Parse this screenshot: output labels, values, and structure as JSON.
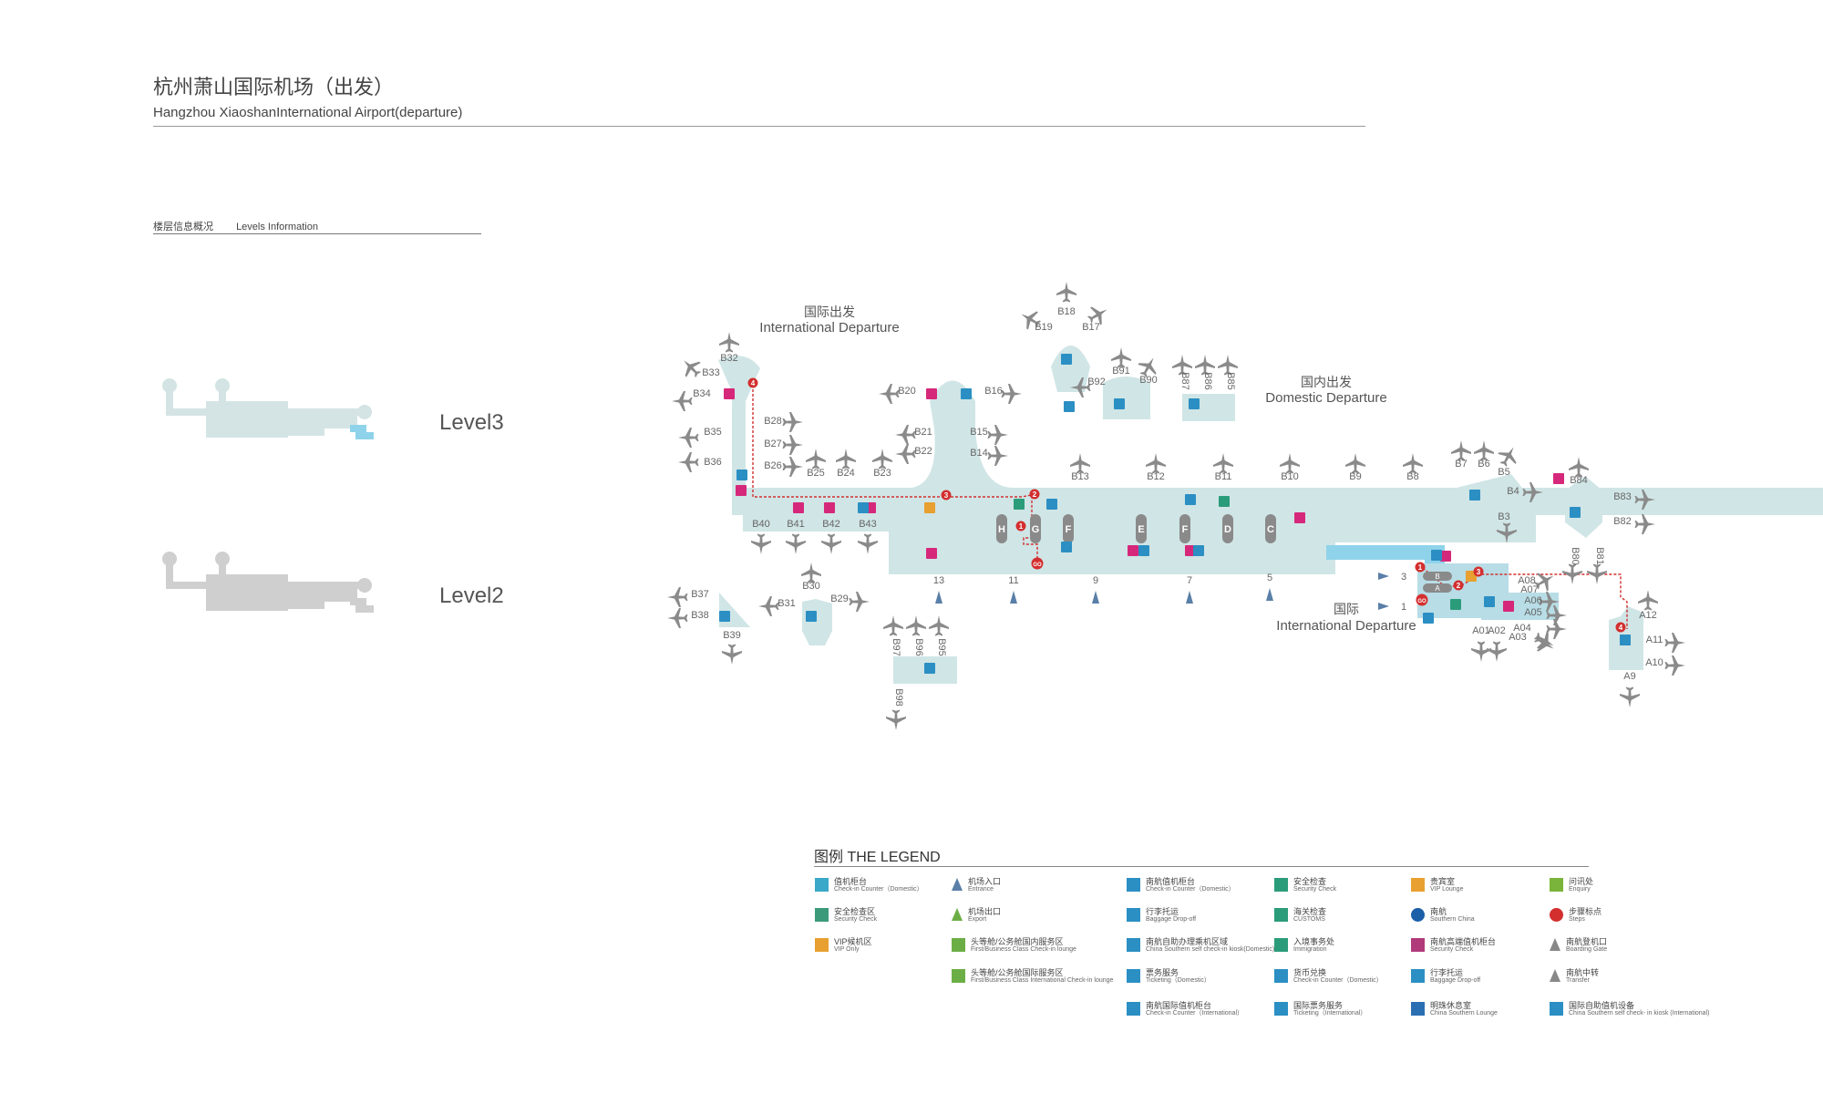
{
  "header": {
    "title_zh": "杭州萧山国际机场（出发）",
    "title_en": "Hangzhou XiaoshanInternational Airport(departure)"
  },
  "levels": {
    "header_zh": "楼层信息概况",
    "header_en": "Levels Information",
    "items": [
      {
        "label": "Level3"
      },
      {
        "label": "Level2"
      }
    ]
  },
  "map": {
    "zones": {
      "intl_departure_zh": "国际出发",
      "intl_departure_en": "International Departure",
      "dom_departure_zh": "国内出发",
      "dom_departure_en": "Domestic Departure",
      "intl2_zh": "国际",
      "intl2_en": "International Departure"
    },
    "gates": [
      "B18",
      "B19",
      "B17",
      "B91",
      "B92",
      "B90",
      "B87",
      "B86",
      "B85",
      "B32",
      "B33",
      "B34",
      "B35",
      "B36",
      "B20",
      "B16",
      "B28",
      "B27",
      "B26",
      "B21",
      "B22",
      "B15",
      "B14",
      "B25",
      "B24",
      "B23",
      "B13",
      "B12",
      "B11",
      "B10",
      "B9",
      "B8",
      "B7",
      "B6",
      "B5",
      "B4",
      "B3",
      "B84",
      "B83",
      "B82",
      "B80",
      "B81",
      "B40",
      "B41",
      "B42",
      "B43",
      "B30",
      "B29",
      "B31",
      "B37",
      "B38",
      "B39",
      "B97",
      "B96",
      "B95",
      "B98",
      "A08",
      "A07",
      "A06",
      "A05",
      "A04",
      "A03",
      "A02",
      "A01",
      "A12",
      "A11",
      "A10",
      "A9"
    ],
    "counters": [
      "H",
      "G",
      "F",
      "E",
      "F",
      "D",
      "C"
    ],
    "entrances": [
      "13",
      "11",
      "9",
      "7",
      "5"
    ],
    "intl_entrances": [
      "3",
      "1"
    ],
    "counters_ab": [
      "B",
      "A"
    ],
    "steps": [
      "1",
      "2",
      "3",
      "4"
    ],
    "go_label": "GO"
  },
  "legend": {
    "title_zh": "图例",
    "title_en": "THE LEGEND",
    "items": [
      {
        "zh": "值机柜台",
        "en": "Check-in Counter（Domestic）",
        "icon": "swatch-blue",
        "color": "#3aa8c8"
      },
      {
        "zh": "安全检查区",
        "en": "Security Check",
        "icon": "swatch-green",
        "color": "#3a9a7a"
      },
      {
        "zh": "VIP候机区",
        "en": "VIP Only",
        "icon": "swatch-orange",
        "color": "#e8a030"
      },
      {
        "zh": "机场入口",
        "en": "Entrance",
        "icon": "entrance-icon",
        "color": "#5a7fa8"
      },
      {
        "zh": "机场出口",
        "en": "Export",
        "icon": "exit-icon",
        "color": "#6cae46"
      },
      {
        "zh": "头等舱/公务舱国内服务区",
        "en": "First/Business Class Check-in lounge",
        "icon": "first-class-icon",
        "color": "#6cae46"
      },
      {
        "zh": "头等舱/公务舱国际服务区",
        "en": "First/Business Class International Check-in lounge",
        "icon": "first-class-intl-icon",
        "color": "#6cae46"
      },
      {
        "zh": "南航值机柜台",
        "en": "Check-in Counter（Domestic）",
        "icon": "csair-checkin-icon",
        "color": "#2b8fc3"
      },
      {
        "zh": "行李托运",
        "en": "Baggage Drop-off",
        "icon": "baggage-icon",
        "color": "#2b8fc3"
      },
      {
        "zh": "南航自助办理乘机区域",
        "en": "China Southern self check-in kiosk(Domestic)",
        "icon": "kiosk-icon",
        "color": "#2b8fc3"
      },
      {
        "zh": "票务服务",
        "en": "Ticketing（Domestic）",
        "icon": "ticket-icon",
        "color": "#2b8fc3"
      },
      {
        "zh": "南航国际值机柜台",
        "en": "Check-in Counter（International）",
        "icon": "csair-intl-checkin-icon",
        "color": "#2b8fc3"
      },
      {
        "zh": "安全检查",
        "en": "Security Check",
        "icon": "security-icon",
        "color": "#2b9c7a"
      },
      {
        "zh": "海关检查",
        "en": "CUSTOMS",
        "icon": "customs-icon",
        "color": "#2b9c7a"
      },
      {
        "zh": "入境事务处",
        "en": "Immigration",
        "icon": "immigration-icon",
        "color": "#2b9c7a"
      },
      {
        "zh": "货币兑换",
        "en": "Check-in Counter（Domestic）",
        "icon": "currency-icon",
        "color": "#2b8fc3"
      },
      {
        "zh": "国际票务服务",
        "en": "Ticketing（International）",
        "icon": "intl-ticket-icon",
        "color": "#2b8fc3"
      },
      {
        "zh": "贵宾室",
        "en": "VIP Lounge",
        "icon": "vip-lounge-icon",
        "color": "#e8a030"
      },
      {
        "zh": "南航",
        "en": "Southern China",
        "icon": "csair-logo-icon",
        "color": "#1a5fa8"
      },
      {
        "zh": "南航高端值机柜台",
        "en": "Security Check",
        "icon": "csair-premium-icon",
        "color": "#b03a7a"
      },
      {
        "zh": "行李托运",
        "en": "Baggage Drop-off",
        "icon": "baggage-drop-icon",
        "color": "#2b8fc3"
      },
      {
        "zh": "明珠休息室",
        "en": "China Southern Lounge",
        "icon": "pearl-lounge-icon",
        "color": "#2b6fb3"
      },
      {
        "zh": "问讯处",
        "en": "Enquiry",
        "icon": "enquiry-icon",
        "color": "#7ab43a"
      },
      {
        "zh": "步骤标点",
        "en": "Steps",
        "icon": "steps-icon",
        "color": "#d32f2f"
      },
      {
        "zh": "南航登机口",
        "en": "Boarding Gate",
        "icon": "plane-icon",
        "color": "#888"
      },
      {
        "zh": "南航中转",
        "en": "Transfer",
        "icon": "transfer-icon",
        "color": "#888"
      },
      {
        "zh": "国际自助值机设备",
        "en": "China Southern self check- in kiosk (International)",
        "icon": "intl-kiosk-icon",
        "color": "#2b8fc3"
      }
    ]
  },
  "colors": {
    "terminal": "#d0e5e6",
    "terminal_intl": "#b8dde6",
    "highlight_blue": "#7fcbe0",
    "route_red": "#d32f2f",
    "restroom": "#d6287a",
    "service": "#2b8fc3",
    "gate_plane": "#8a8a8a",
    "counter": "#8a8a8a",
    "thumb_l3": "#d4e4e4",
    "thumb_l2": "#cfcfcf"
  }
}
